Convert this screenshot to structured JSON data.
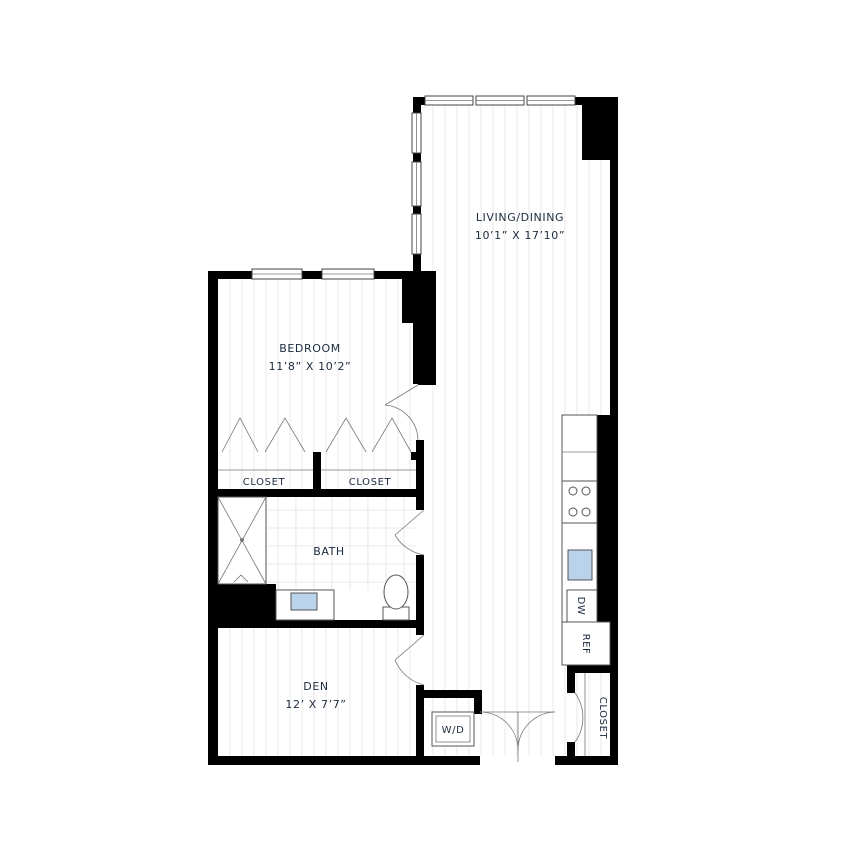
{
  "rooms": {
    "living_dining": {
      "name": "LIVING/DINING",
      "size": "10’1” X 17’10”"
    },
    "bedroom": {
      "name": "BEDROOM",
      "size": "11’8” X 10’2”"
    },
    "bath": {
      "name": "BATH"
    },
    "den": {
      "name": "DEN",
      "size": "12’ X 7’7”"
    },
    "closet_left": {
      "name": "CLOSET"
    },
    "closet_right": {
      "name": "CLOSET"
    },
    "closet_entry": {
      "name": "CLOSET"
    }
  },
  "fixtures": {
    "dishwasher": "DW",
    "refrigerator": "REF",
    "washer_dryer": "W/D"
  },
  "colors": {
    "wall": "#000000",
    "floor_lines": "#e2e2e2",
    "label_text": "#1b2a3f",
    "sink_fill": "#b9d3ea"
  }
}
